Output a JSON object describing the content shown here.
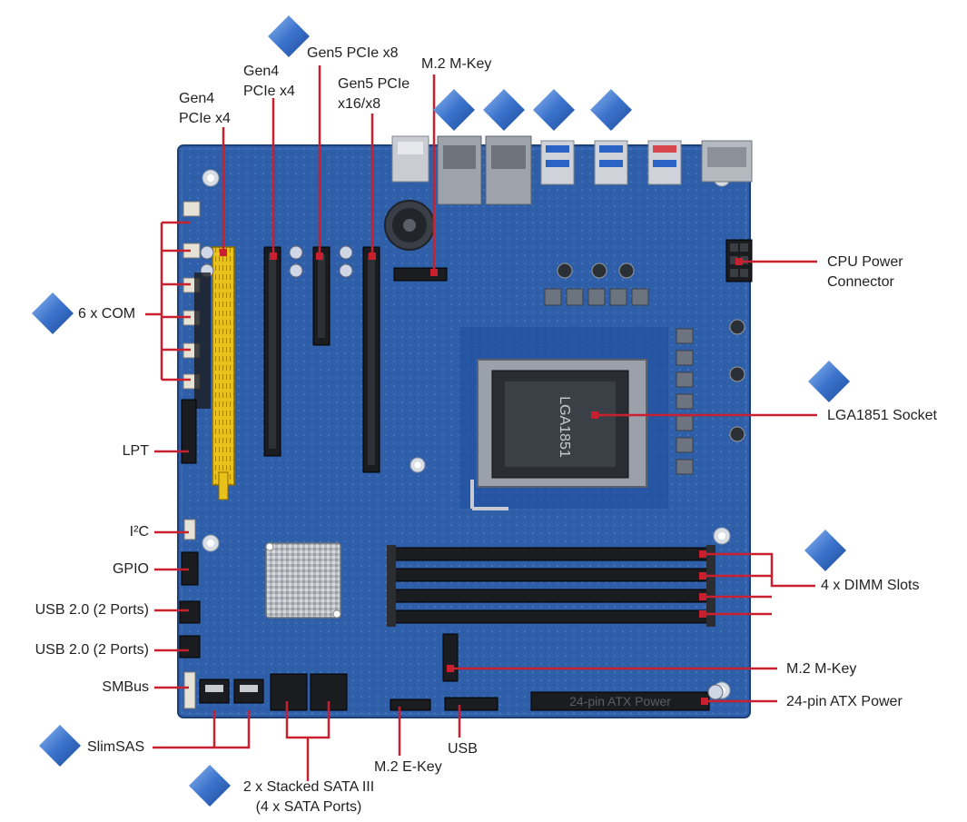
{
  "labels": {
    "gen4_pcie_x4_left_line1": "Gen4",
    "gen4_pcie_x4_left_line2": "PCIe x4",
    "gen4_pcie_x4_mid_line1": "Gen4",
    "gen4_pcie_x4_mid_line2": "PCIe x4",
    "gen5_pcie_x8": "Gen5 PCIe x8",
    "gen5_pcie_x16_line1": "Gen5 PCIe",
    "gen5_pcie_x16_line2": "x16/x8",
    "m2_mkey_top": "M.2 M-Key",
    "cpu_power_line1": "CPU Power",
    "cpu_power_line2": "Connector",
    "com": "6 x COM",
    "lga_socket": "LGA1851 Socket",
    "lpt": "LPT",
    "i2c": "I²C",
    "gpio": "GPIO",
    "dimm": "4 x DIMM Slots",
    "usb20_a": "USB 2.0 (2 Ports)",
    "usb20_b": "USB 2.0 (2 Ports)",
    "m2_mkey_bottom": "M.2 M-Key",
    "smbus": "SMBus",
    "atx_power": "24-pin ATX Power",
    "slimsas": "SlimSAS",
    "usb": "USB",
    "m2_ekey": "M.2 E-Key",
    "sata_line1": "2 x Stacked SATA III",
    "sata_line2": "(4 x SATA Ports)"
  },
  "board_text": {
    "socket_marking": "LGA1851",
    "atx_silk": "24-pin ATX Power"
  },
  "colors": {
    "pcb": "#2f5fa8",
    "callout_line": "#c8202e",
    "diamond": "#3a72c9",
    "label_text": "#222222"
  }
}
